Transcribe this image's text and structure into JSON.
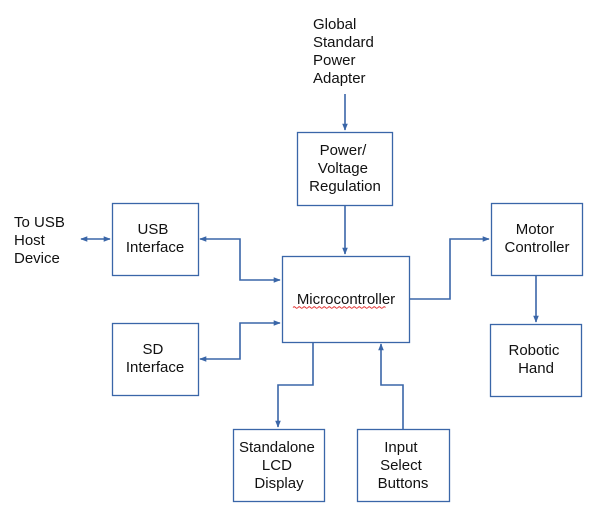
{
  "diagram": {
    "colors": {
      "line": "#3a66a8",
      "text": "#111111",
      "spellcheck": "#e02020"
    },
    "external_labels": {
      "power_source": [
        "Global",
        "Standard",
        "Power",
        "Adapter"
      ],
      "usb_host": [
        "To USB",
        "Host",
        "Device"
      ]
    },
    "blocks": {
      "power": [
        "Power/",
        "Voltage",
        "Regulation"
      ],
      "usb": [
        "USB",
        "Interface"
      ],
      "micro": [
        "Microcontroller"
      ],
      "motor": [
        "Motor",
        "Controller"
      ],
      "sd": [
        "SD",
        "Interface"
      ],
      "hand": [
        "Robotic",
        "Hand"
      ],
      "lcd": [
        "Standalone",
        "LCD",
        "Display"
      ],
      "input": [
        "Input",
        "Select",
        "Buttons"
      ]
    },
    "connections": [
      {
        "from": "Global Standard Power Adapter",
        "to": "Power/Voltage Regulation",
        "direction": "one-way"
      },
      {
        "from": "Power/Voltage Regulation",
        "to": "Microcontroller",
        "direction": "one-way"
      },
      {
        "from": "To USB Host Device",
        "to": "USB Interface",
        "direction": "two-way"
      },
      {
        "from": "USB Interface",
        "to": "Microcontroller",
        "direction": "two-way"
      },
      {
        "from": "SD Interface",
        "to": "Microcontroller",
        "direction": "two-way"
      },
      {
        "from": "Microcontroller",
        "to": "Motor Controller",
        "direction": "one-way"
      },
      {
        "from": "Motor Controller",
        "to": "Robotic Hand",
        "direction": "one-way"
      },
      {
        "from": "Microcontroller",
        "to": "Standalone LCD Display",
        "direction": "one-way"
      },
      {
        "from": "Input Select Buttons",
        "to": "Microcontroller",
        "direction": "one-way"
      }
    ]
  }
}
